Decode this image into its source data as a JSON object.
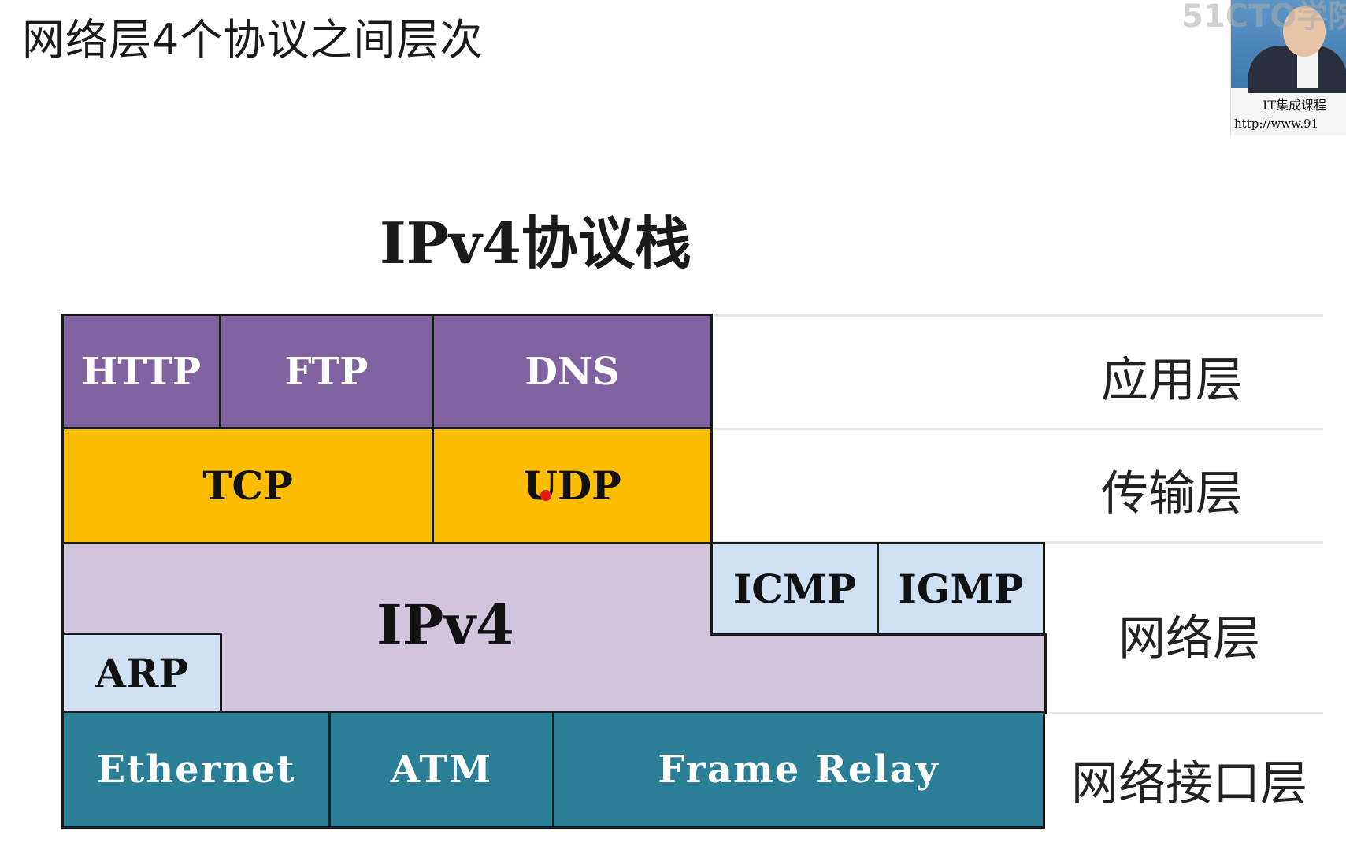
{
  "slide_title": "网络层4个协议之间层次",
  "video_thumb": {
    "watermark": "51CTO学院",
    "caption_line1": "IT集成课程",
    "caption_line2": "http://www.91"
  },
  "diagram": {
    "title": "IPv4协议栈",
    "application": [
      "HTTP",
      "FTP",
      "DNS"
    ],
    "transport": [
      "TCP",
      "UDP"
    ],
    "network": {
      "main": "IPv4",
      "side": [
        "ICMP",
        "IGMP"
      ],
      "lower": "ARP"
    },
    "interface": [
      "Ethernet",
      "ATM",
      "Frame Relay"
    ],
    "layers": [
      "应用层",
      "传输层",
      "网络层",
      "网络接口层"
    ],
    "colors": {
      "application": "#8064a2",
      "transport": "#fcbd00",
      "network": "#d1c5dc",
      "network_protocols": "#cfe0f2",
      "interface": "#2a7f97"
    }
  }
}
